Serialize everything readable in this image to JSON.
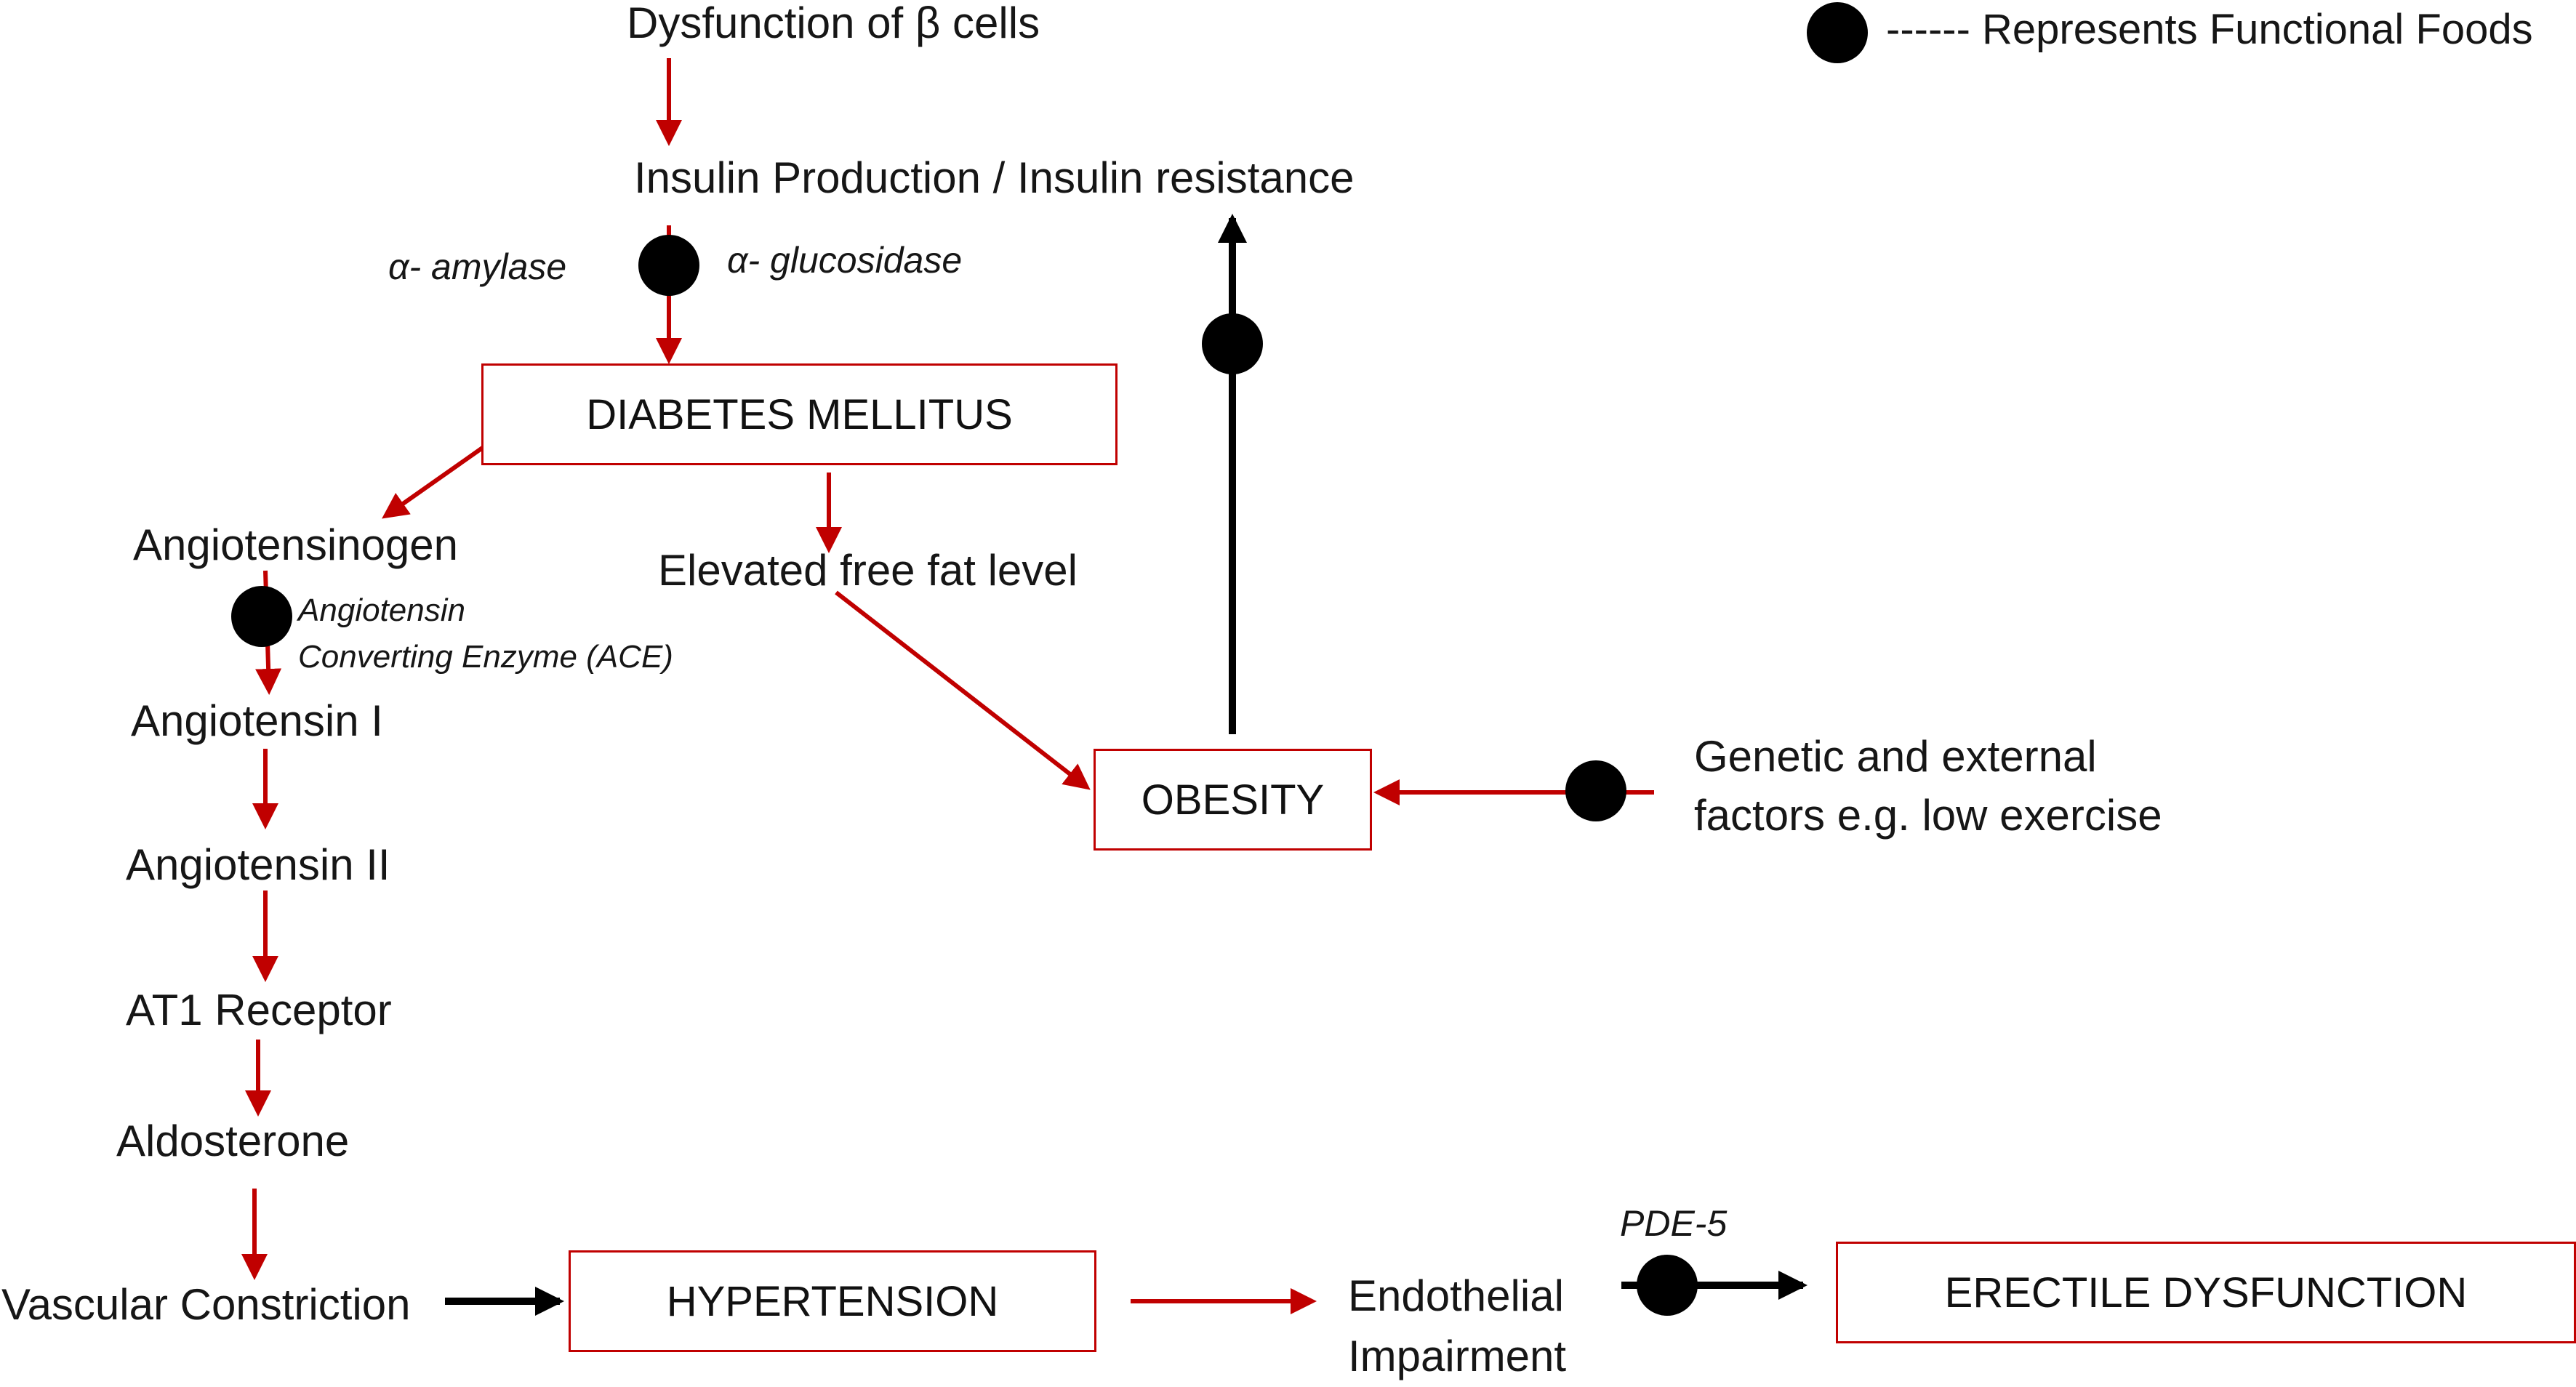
{
  "legend": {
    "text": "------ Represents Functional Foods"
  },
  "nodes": {
    "beta_cells": "Dysfunction of β cells",
    "insulin": "Insulin Production / Insulin resistance",
    "diabetes": "DIABETES MELLITUS",
    "angiotensinogen": "Angiotensinogen",
    "free_fat": "Elevated free fat level",
    "angiotensin_1": "Angiotensin I",
    "angiotensin_2": "Angiotensin II",
    "at1_receptor": "AT1 Receptor",
    "aldosterone": "Aldosterone",
    "vascular": "Vascular Constriction",
    "hypertension": "HYPERTENSION",
    "endothelial": "Endothelial\nImpairment",
    "erectile": "ERECTILE DYSFUNCTION",
    "obesity": "OBESITY",
    "genetic": "Genetic and external\nfactors e.g. low exercise"
  },
  "enzymes": {
    "amylase": "α- amylase",
    "glucosidase": "α- glucosidase",
    "ace": "Angiotensin\nConverting Enzyme (ACE)",
    "pde5": "PDE-5"
  },
  "colors": {
    "red_arrow": "#c00000",
    "black_arrow": "#000000",
    "functional_food_dot": "#000000"
  },
  "icons": {
    "functional_food": "filled-black-circle"
  }
}
